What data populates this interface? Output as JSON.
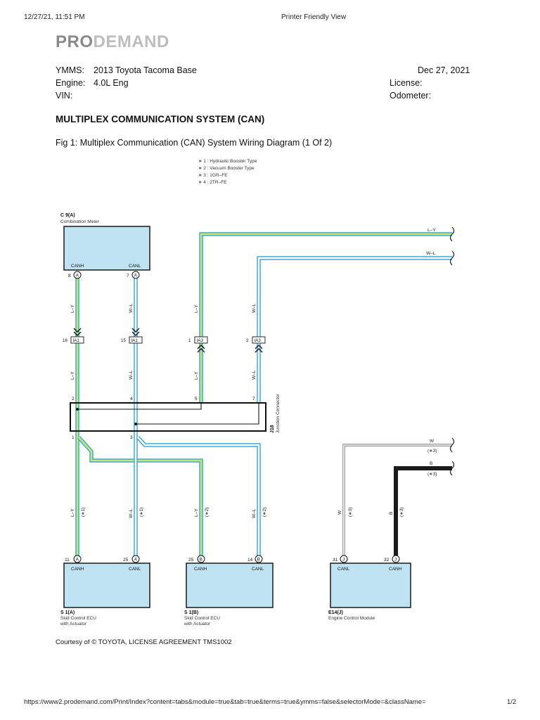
{
  "browser_header": {
    "datetime": "12/27/21, 11:51 PM",
    "page_title": "Printer Friendly View"
  },
  "logo": {
    "part1": "PRO",
    "part2": "DEMAND"
  },
  "vehicle_info": {
    "ymms_label": "YMMS:",
    "ymms_value": "2013 Toyota Tacoma Base",
    "engine_label": "Engine:",
    "engine_value": "4.0L Eng",
    "vin_label": "VIN:",
    "date": "Dec 27, 2021",
    "license_label": "License:",
    "odometer_label": "Odometer:"
  },
  "section_title": "MULTIPLEX COMMUNICATION SYSTEM (CAN)",
  "figure_caption": "Fig 1: Multiplex Communication (CAN) System Wiring Diagram (1 Of 2)",
  "diagram": {
    "notes": [
      "∗ 1 : Hydraulic Booster Type",
      "∗ 2 : Vacuum Booster Type",
      "∗ 3 : 1GR–FE",
      "∗ 4 : 2TR–FE"
    ],
    "components": {
      "meter_code": "C 9(A)",
      "meter_name": "Combination Meter",
      "skid_a_code": "S 1(A)",
      "skid_a_name1": "Skid Control ECU",
      "skid_a_name2": "with Actuator",
      "skid_b_code": "S 1(B)",
      "skid_b_name1": "Skid Control ECU",
      "skid_b_name2": "with Actuator",
      "ecm_code": "E14(J)",
      "ecm_name": "Engine Control Module",
      "junction_code": "J18",
      "junction_name": "Junction Connector"
    },
    "pins": {
      "canh": "CANH",
      "canl": "CANL",
      "meter_canh_num": "8",
      "meter_canl_num": "7",
      "meter_letter": "A",
      "sa_canh_num": "11",
      "sa_canl_num": "25",
      "sa_letter": "A",
      "sb_canh_num": "25",
      "sb_canl_num": "14",
      "sb_letter": "B",
      "ecm_canl_num": "31",
      "ecm_canh_num": "32",
      "ecm_letter": "J"
    },
    "connectors": {
      "ia1": "IA1",
      "ia3": "IA3",
      "c1_num": "16",
      "c2_num": "15",
      "c3_num": "1",
      "c4_num": "2"
    },
    "junction_pins": [
      "2",
      "4",
      "5",
      "7",
      "1",
      "3"
    ],
    "wire_labels": {
      "ly": "L–Y",
      "wl": "W–L",
      "w": "W",
      "b": "B"
    },
    "notes_ref": {
      "n1": "(∗1)",
      "n2": "(∗2)",
      "n3": "(∗3)"
    },
    "colors": {
      "ly_fill": "#c9e86a",
      "ly_edge": "#3da7d6",
      "wl_fill": "#ffffff",
      "wl_edge": "#3da7d6",
      "w_wire": "#777777",
      "b_wire": "#1a1a1a",
      "box_fill": "#bfe3f3",
      "box_stroke": "#1a1a1a"
    }
  },
  "courtesy": "Courtesy of © TOYOTA, LICENSE AGREEMENT TMS1002",
  "footer": {
    "url": "https://www2.prodemand.com/Print/Index?content=tabs&module=true&tab=true&terms=true&ymms=false&selectorMode=&className=",
    "page": "1/2"
  }
}
